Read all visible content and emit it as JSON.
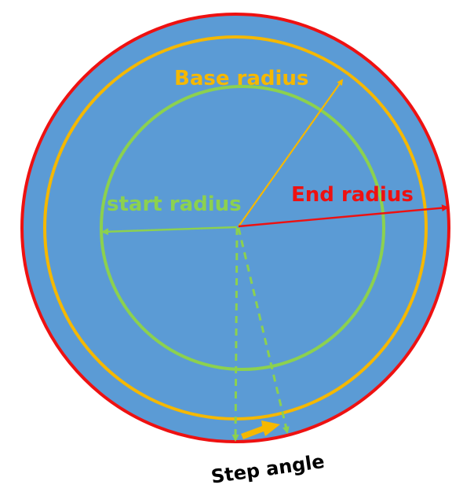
{
  "diagram": {
    "labels": {
      "base_radius": "Base radius",
      "start_radius": "start radius",
      "end_radius": "End radius",
      "step_angle": "Step angle"
    },
    "colors": {
      "disk_fill": "#5b9bd5",
      "end_radius": "#ee1111",
      "base_radius": "#f5b800",
      "start_radius": "#8cd14f",
      "step_label": "#000000"
    }
  }
}
